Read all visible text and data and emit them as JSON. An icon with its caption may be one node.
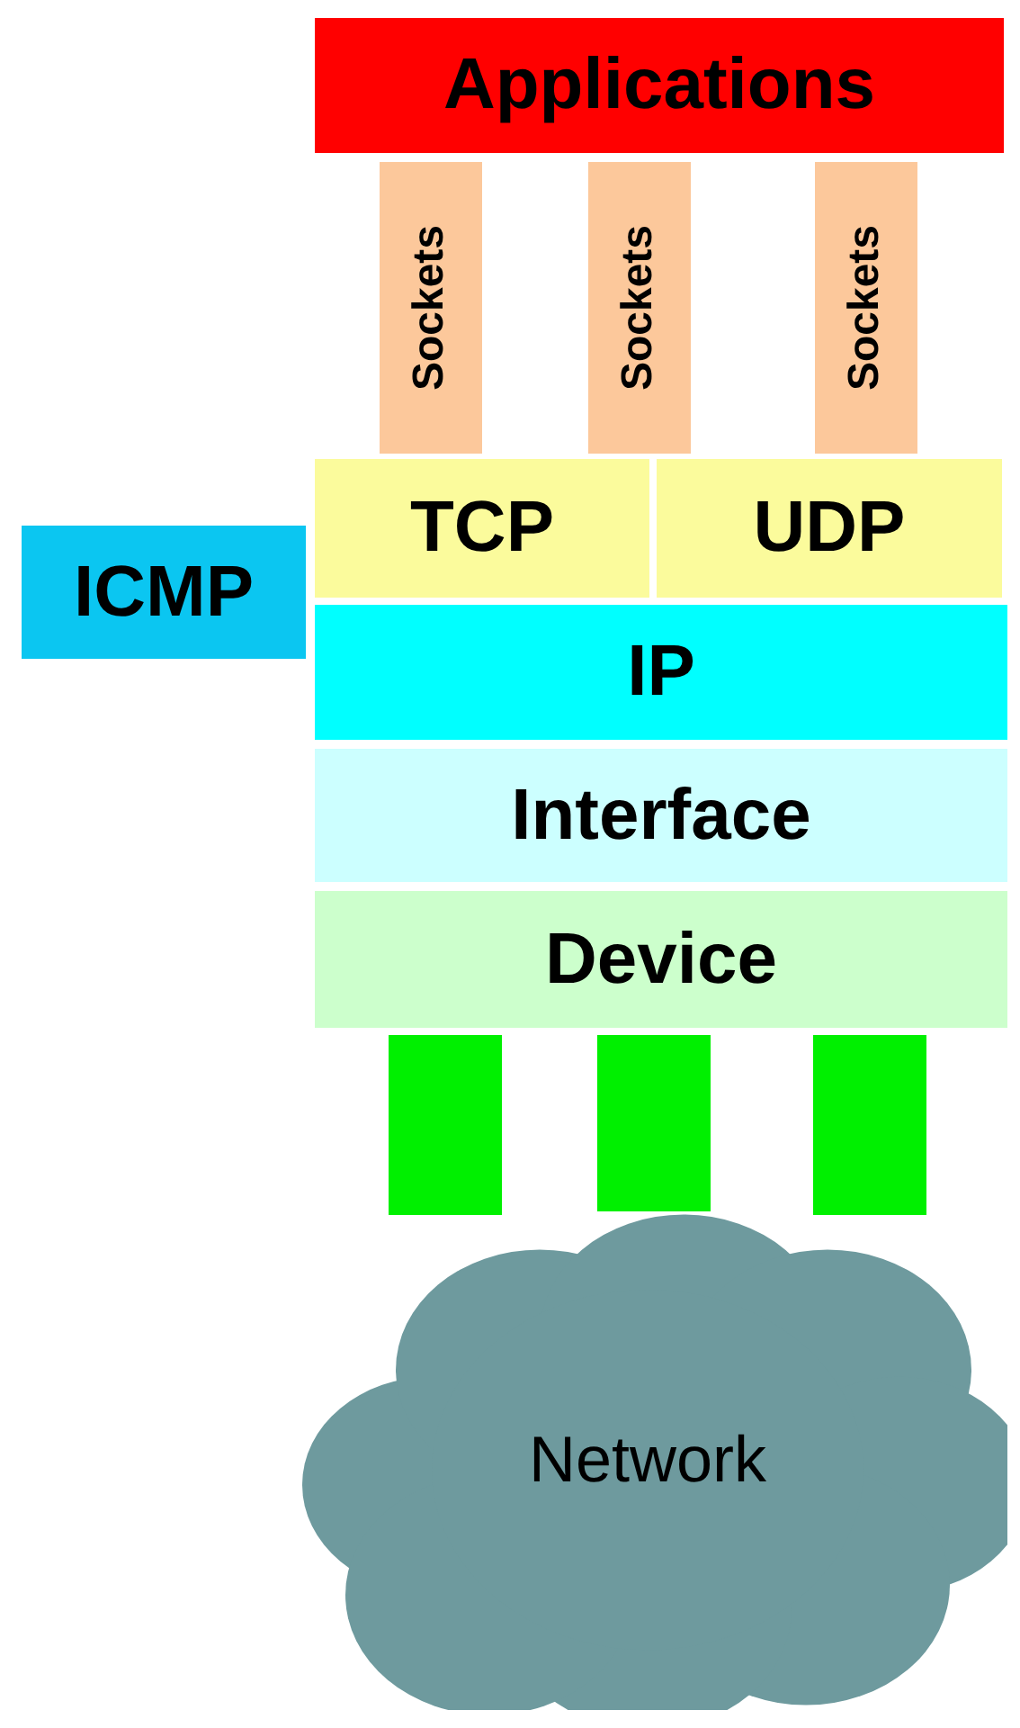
{
  "diagram": {
    "nodes": [
      {
        "text": [
          "Applications"
        ]
      },
      {
        "text": [
          "Sockets"
        ]
      },
      {
        "text": [
          "Sockets"
        ]
      },
      {
        "text": [
          "Sockets"
        ]
      },
      {
        "text": [
          "TCP"
        ]
      },
      {
        "text": [
          "UDP"
        ]
      },
      {
        "text": [
          "ICMP"
        ]
      },
      {
        "text": [
          "IP"
        ]
      },
      {
        "text": [
          "Interface"
        ]
      },
      {
        "text": [
          "Device"
        ]
      },
      {
        "text": [],
        "shape": "box"
      },
      {
        "text": [],
        "shape": "box"
      },
      {
        "text": [],
        "shape": "box"
      },
      {
        "text": [
          "Network"
        ]
      }
    ]
  }
}
